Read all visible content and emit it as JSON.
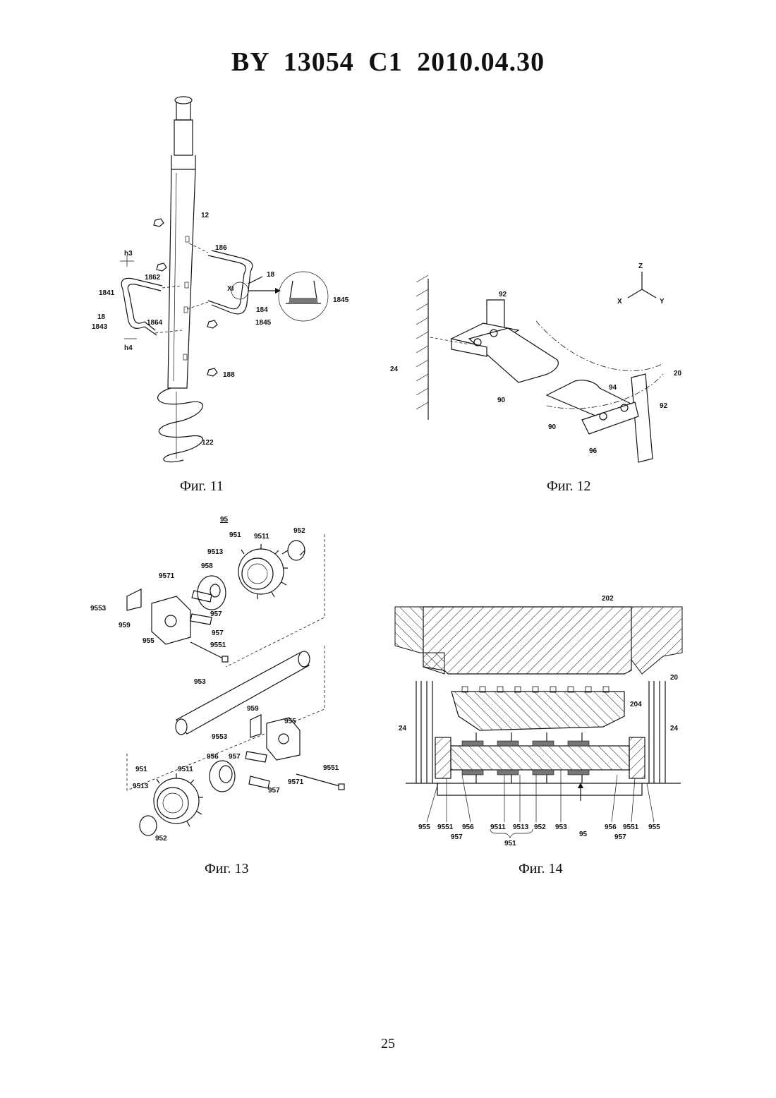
{
  "header": "BY 13054 C1 2010.04.30",
  "page_number": "25",
  "figures": {
    "fig11": {
      "caption": "Фиг. 11",
      "labels": [
        "12",
        "186",
        "h3",
        "1862",
        "18",
        "XI",
        "1841",
        "18",
        "1843",
        "1864",
        "h4",
        "184",
        "1845",
        "1845",
        "188",
        "122"
      ]
    },
    "fig12": {
      "caption": "Фиг. 12",
      "labels": [
        "Z",
        "X",
        "Y",
        "92",
        "24",
        "90",
        "94",
        "20",
        "92",
        "90",
        "96"
      ]
    },
    "fig13": {
      "caption": "Фиг. 13",
      "labels": [
        "95",
        "951",
        "9511",
        "952",
        "9513",
        "958",
        "9571",
        "9553",
        "959",
        "957",
        "955",
        "957",
        "9551",
        "953",
        "959",
        "955",
        "9553",
        "956",
        "957",
        "951",
        "9511",
        "9513",
        "9571",
        "957",
        "9551",
        "952"
      ]
    },
    "fig14": {
      "caption": "Фиг. 14",
      "labels": [
        "202",
        "20",
        "204",
        "24",
        "24",
        "955",
        "9551",
        "956",
        "9511",
        "9513",
        "952",
        "953",
        "956",
        "9551",
        "955",
        "957",
        "951",
        "95",
        "957"
      ]
    }
  }
}
